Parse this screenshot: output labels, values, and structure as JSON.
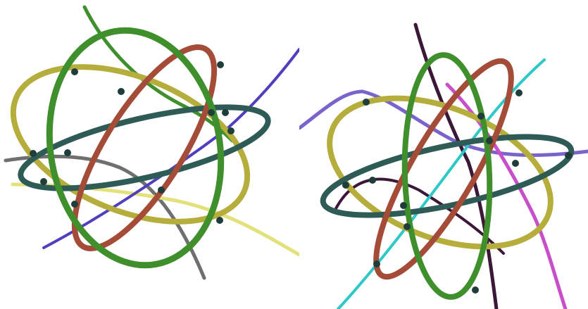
{
  "image": {
    "panels": [
      {
        "id": "left",
        "description_key": "left"
      },
      {
        "id": "right",
        "description_key": "right"
      }
    ]
  },
  "palette": {
    "green": "#3f8f2d",
    "olive": "#b5ad3c",
    "red": "#a44c38",
    "teal": "#2f5b57",
    "gray": "#6f6f6f",
    "yellow": "#e3e17a",
    "purple": "#4f3fbf",
    "violet": "#7a64cc",
    "dark": "#3b1838",
    "cyan": "#2ec9c7",
    "magenta": "#c84fc9",
    "bead": "#1f3d3a"
  }
}
